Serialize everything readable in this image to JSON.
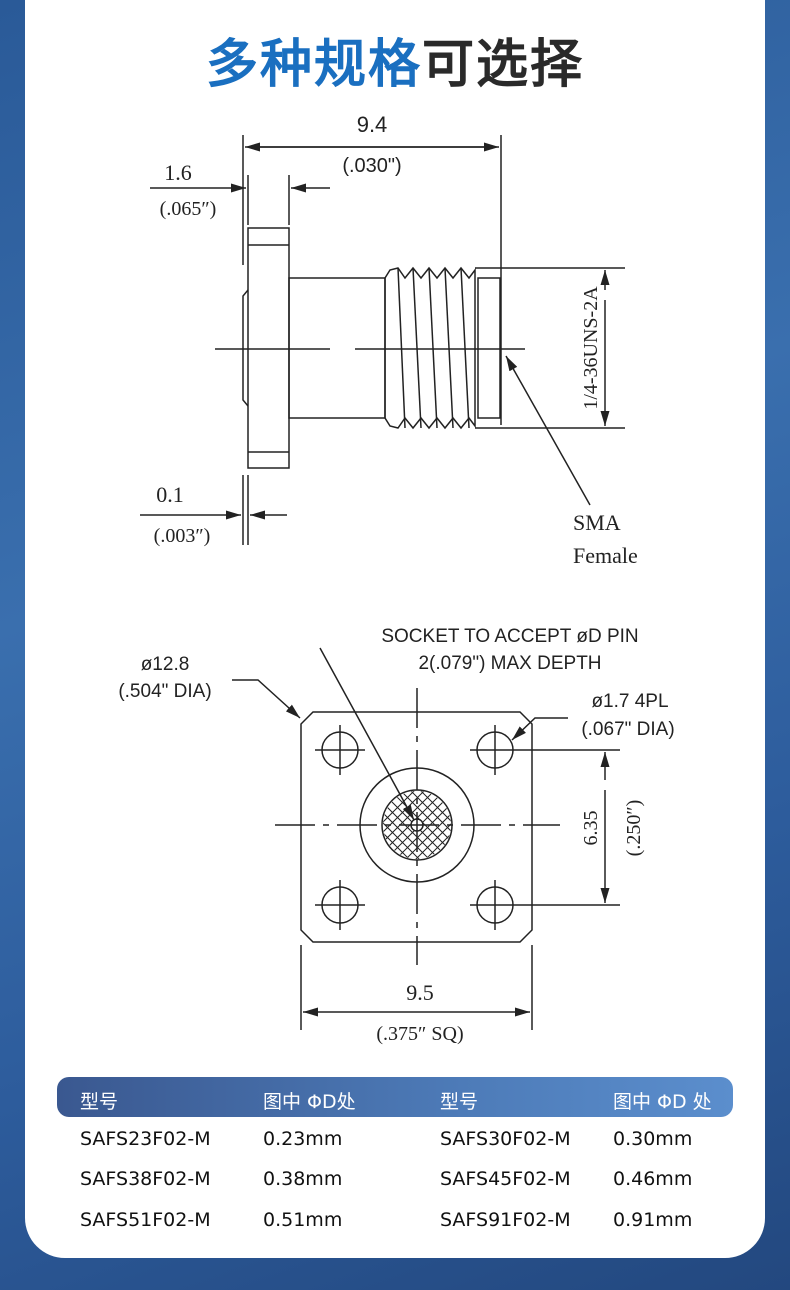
{
  "title": {
    "part1": "多种规格",
    "part2": "可选择"
  },
  "side_view": {
    "overall_length": "9.4",
    "overall_length_in": "(.030\")",
    "flange_thk": "1.6",
    "flange_thk_in": "(.065″)",
    "gap": "0.1",
    "gap_in": "(.003″)",
    "thread": "1/4-36UNS-2A",
    "connector_line1": "SMA",
    "connector_line2": "Female"
  },
  "front_view": {
    "flange_dia": "ø12.8",
    "flange_dia_in": "(.504\" DIA)",
    "socket_line1": "SOCKET TO ACCEPT øD PIN",
    "socket_line2": "2(.079\") MAX DEPTH",
    "hole": "ø1.7 4PL",
    "hole_in": "(.067\" DIA)",
    "hole_spacing": "6.35",
    "hole_spacing_in": "(.250″)",
    "square": "9.5",
    "square_in": "(.375″ SQ)"
  },
  "table": {
    "headers": [
      "型号",
      "图中 ΦD处",
      "型号",
      "图中 ΦD 处"
    ],
    "rows": [
      [
        "SAFS23F02-M",
        "0.23mm",
        "SAFS30F02-M",
        "0.30mm"
      ],
      [
        "SAFS38F02-M",
        "0.38mm",
        "SAFS45F02-M",
        "0.46mm"
      ],
      [
        "SAFS51F02-M",
        "0.51mm",
        "SAFS91F02-M",
        "0.91mm"
      ]
    ]
  },
  "colors": {
    "accent": "#1a6fc0",
    "header_start": "#3a5890",
    "header_end": "#5b8ecd"
  }
}
